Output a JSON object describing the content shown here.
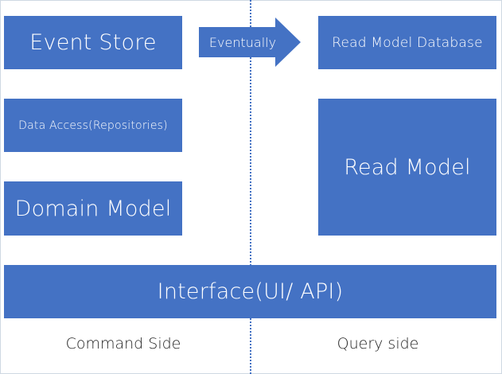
{
  "diagram": {
    "event_store": "Event Store",
    "data_access": "Data Access(Repositories)",
    "domain_model": "Domain Model",
    "eventually": "Eventually",
    "read_model_database": "Read Model Database",
    "read_model": "Read Model",
    "interface": "Interface(UI/ API)",
    "command_side": "Command Side",
    "query_side": "Query side"
  },
  "colors": {
    "box": "#4472c4",
    "text_on_box": "#ffffff",
    "divider": "#4472c4",
    "label": "#1f1f1f"
  }
}
